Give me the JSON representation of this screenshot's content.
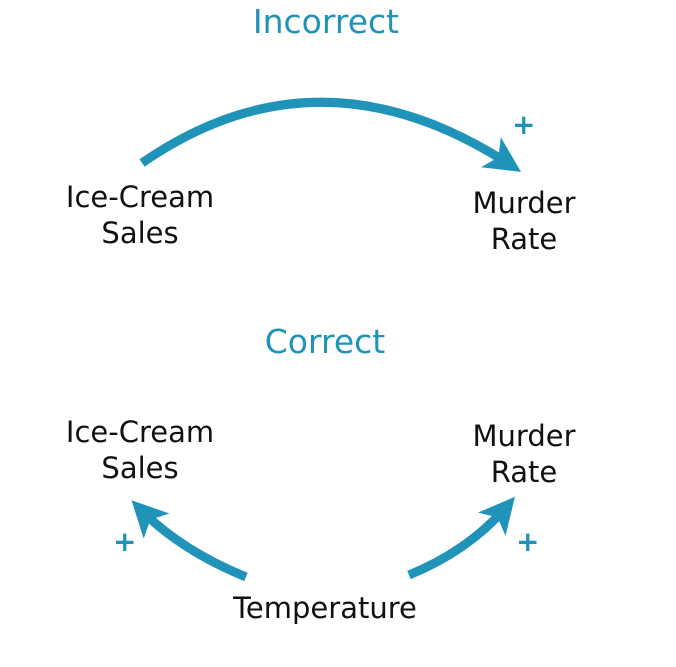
{
  "colors": {
    "accent": "#1f93b8",
    "text": "#111111",
    "background": "#ffffff"
  },
  "incorrect": {
    "title": "Incorrect",
    "cause": {
      "line1": "Ice-Cream",
      "line2": "Sales"
    },
    "effect": {
      "line1": "Murder",
      "line2": "Rate"
    },
    "link_polarity": "+"
  },
  "correct": {
    "title": "Correct",
    "effect_left": {
      "line1": "Ice-Cream",
      "line2": "Sales"
    },
    "effect_right": {
      "line1": "Murder",
      "line2": "Rate"
    },
    "cause": "Temperature",
    "left_link_polarity": "+",
    "right_link_polarity": "+"
  }
}
